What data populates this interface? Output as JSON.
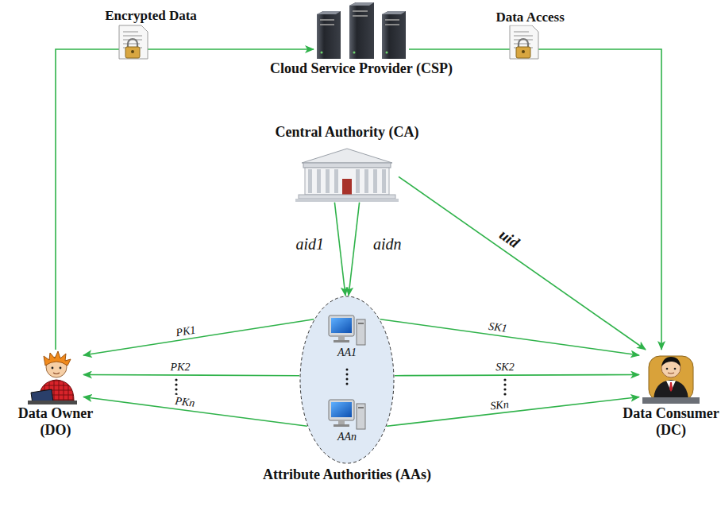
{
  "diagram": {
    "nodes": [
      {
        "text": [
          "Cloud Service Provider (CSP)"
        ]
      },
      {
        "text": [
          "Central Authority (CA)"
        ]
      },
      {
        "text": [
          "Data Owner (DO)"
        ]
      },
      {
        "text": [
          "Attribute Authorities (AAs)"
        ]
      },
      {
        "text": [
          "AA1"
        ],
        "in": 3
      },
      {
        "text": [
          "AAn"
        ],
        "in": 3
      },
      {
        "text": [
          "Data Consumer (DC)"
        ]
      }
    ],
    "edges": [
      {
        "from": 2,
        "to": 0,
        "label": "Encrypted Data",
        "arrow": "to"
      },
      {
        "from": 0,
        "to": 6,
        "label": "Data Access",
        "arrow": "to"
      },
      {
        "from": 1,
        "to": 3,
        "label": "aid1",
        "arrow": "to"
      },
      {
        "from": 1,
        "to": 3,
        "label": "aidn",
        "arrow": "to"
      },
      {
        "from": 1,
        "to": 6,
        "label": "uid",
        "arrow": "to"
      },
      {
        "from": 3,
        "to": 2,
        "label": "PK1",
        "arrow": "to"
      },
      {
        "from": 3,
        "to": 2,
        "label": "PK2",
        "arrow": "to"
      },
      {
        "from": 3,
        "to": 2,
        "label": "PKn",
        "arrow": "to"
      },
      {
        "from": 3,
        "to": 6,
        "label": "SK1",
        "arrow": "to"
      },
      {
        "from": 3,
        "to": 6,
        "label": "SK2",
        "arrow": "to"
      },
      {
        "from": 3,
        "to": 6,
        "label": "SKn",
        "arrow": "to"
      }
    ]
  }
}
